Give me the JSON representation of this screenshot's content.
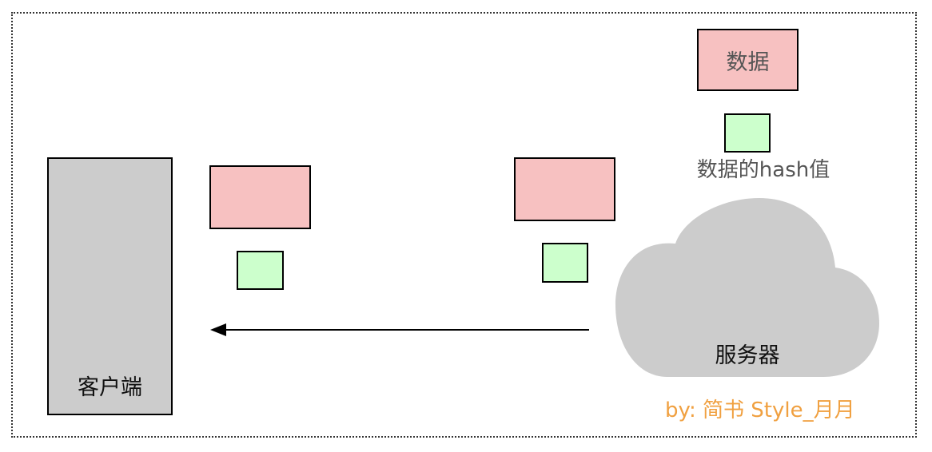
{
  "diagram": {
    "client_label": "客户端",
    "server_label": "服务器",
    "data_label": "数据",
    "hash_label": "数据的hash值",
    "credit": "by: 简书 Style_月月"
  },
  "colors": {
    "data_block": "#f7c1c1",
    "hash_block": "#ccffcc",
    "client_block": "#cccccc",
    "cloud": "#cccccc",
    "credit_text": "#f0a040"
  }
}
